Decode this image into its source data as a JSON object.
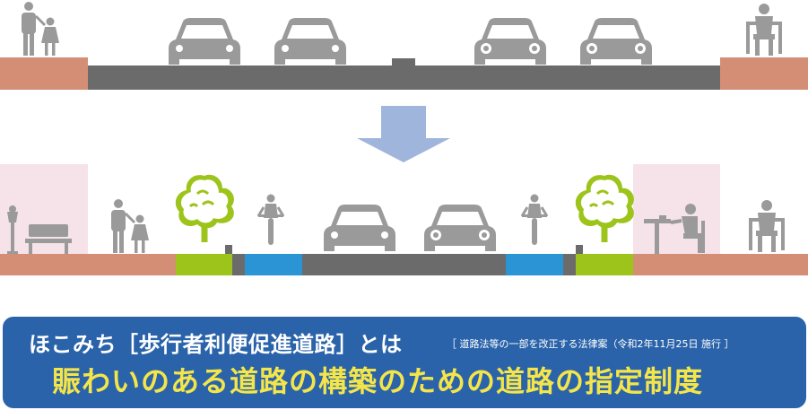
{
  "colors": {
    "sidewalk": "#d48e76",
    "road": "#6b6b6b",
    "bike_lane": "#2a94d4",
    "planting": "#9dc41b",
    "plaza": "#f6e3ea",
    "arrow": "#9fb5db",
    "figure": "#9a9a9a",
    "banner": "#2a63a9",
    "banner_highlight": "#f4e54a"
  },
  "icons": [
    "adult-child-icon",
    "car-icon",
    "wheelchair-icon",
    "arrow-down-icon",
    "street-lamp-icon",
    "bench-icon",
    "tree-icon",
    "cyclist-icon",
    "cafe-table-icon"
  ],
  "banner": {
    "title": "ほこみち［歩行者利便促進道路］とは",
    "note": "［ 道路法等の一部を改正する法律案（令和2年11月25日 施行 ］",
    "subtitle": "賑わいのある道路の構築のための道路の指定制度"
  }
}
